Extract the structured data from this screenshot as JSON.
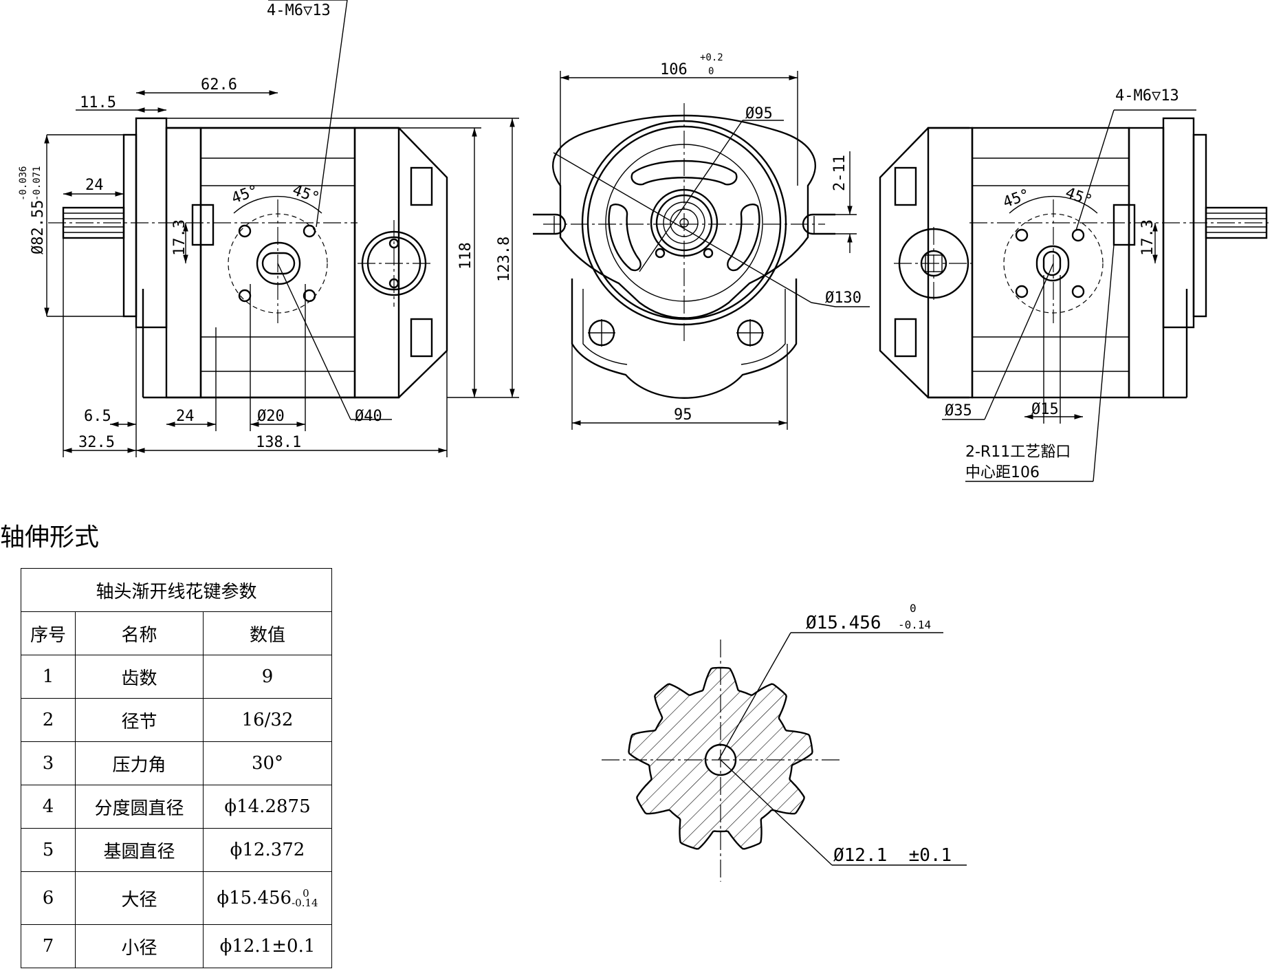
{
  "section_title": "轴伸形式",
  "spline_table": {
    "title": "轴头渐开线花键参数",
    "headers": [
      "序号",
      "名称",
      "数值"
    ],
    "rows": [
      {
        "no": "1",
        "name": "齿数",
        "value": "9"
      },
      {
        "no": "2",
        "name": "径节",
        "value": "16/32"
      },
      {
        "no": "3",
        "name": "压力角",
        "value": "30°"
      },
      {
        "no": "4",
        "name": "分度圆直径",
        "value": "ϕ14.2875"
      },
      {
        "no": "5",
        "name": "基圆直径",
        "value": "ϕ12.372"
      },
      {
        "no": "6",
        "name": "大径",
        "value": "ϕ15.456",
        "tol_upper": "0",
        "tol_lower": "-0.14"
      },
      {
        "no": "7",
        "name": "小径",
        "value": "ϕ12.1±0.1"
      }
    ]
  },
  "side_view_left": {
    "thread_note": "4-M6▽13",
    "dims": {
      "d_11_5": "11.5",
      "d_62_6": "62.6",
      "d_24_top": "24",
      "shaft_dia": "Ø82.55",
      "shaft_tol_upper": "-0.036",
      "shaft_tol_lower": "-0.071",
      "d_17_3": "17.3",
      "angle_a": "45°",
      "angle_b": "45°",
      "d_118": "118",
      "d_123_8": "123.8",
      "d_6_5": "6.5",
      "d_24_bottom": "24",
      "d_phi20": "Ø20",
      "d_phi40": "Ø40",
      "d_32_5": "32.5",
      "d_138_1": "138.1"
    }
  },
  "front_view": {
    "dims": {
      "width": "106",
      "width_tol_upper": "+0.2",
      "width_tol_lower": "0",
      "phi95": "Ø95",
      "d_2_11": "2-11",
      "phi130": "Ø130",
      "d_95": "95"
    }
  },
  "side_view_right": {
    "thread_note": "4-M6▽13",
    "dims": {
      "angle_a": "45°",
      "angle_b": "45°",
      "d_17_3": "17.3",
      "phi35": "Ø35",
      "phi15": "Ø15"
    },
    "port_note_line1": "2-R11工艺豁口",
    "port_note_line2": "中心距106"
  },
  "spline_detail": {
    "major_dia": "Ø15.456",
    "major_tol_upper": "0",
    "major_tol_lower": "-0.14",
    "minor_dia": "Ø12.1  ±0.1"
  }
}
